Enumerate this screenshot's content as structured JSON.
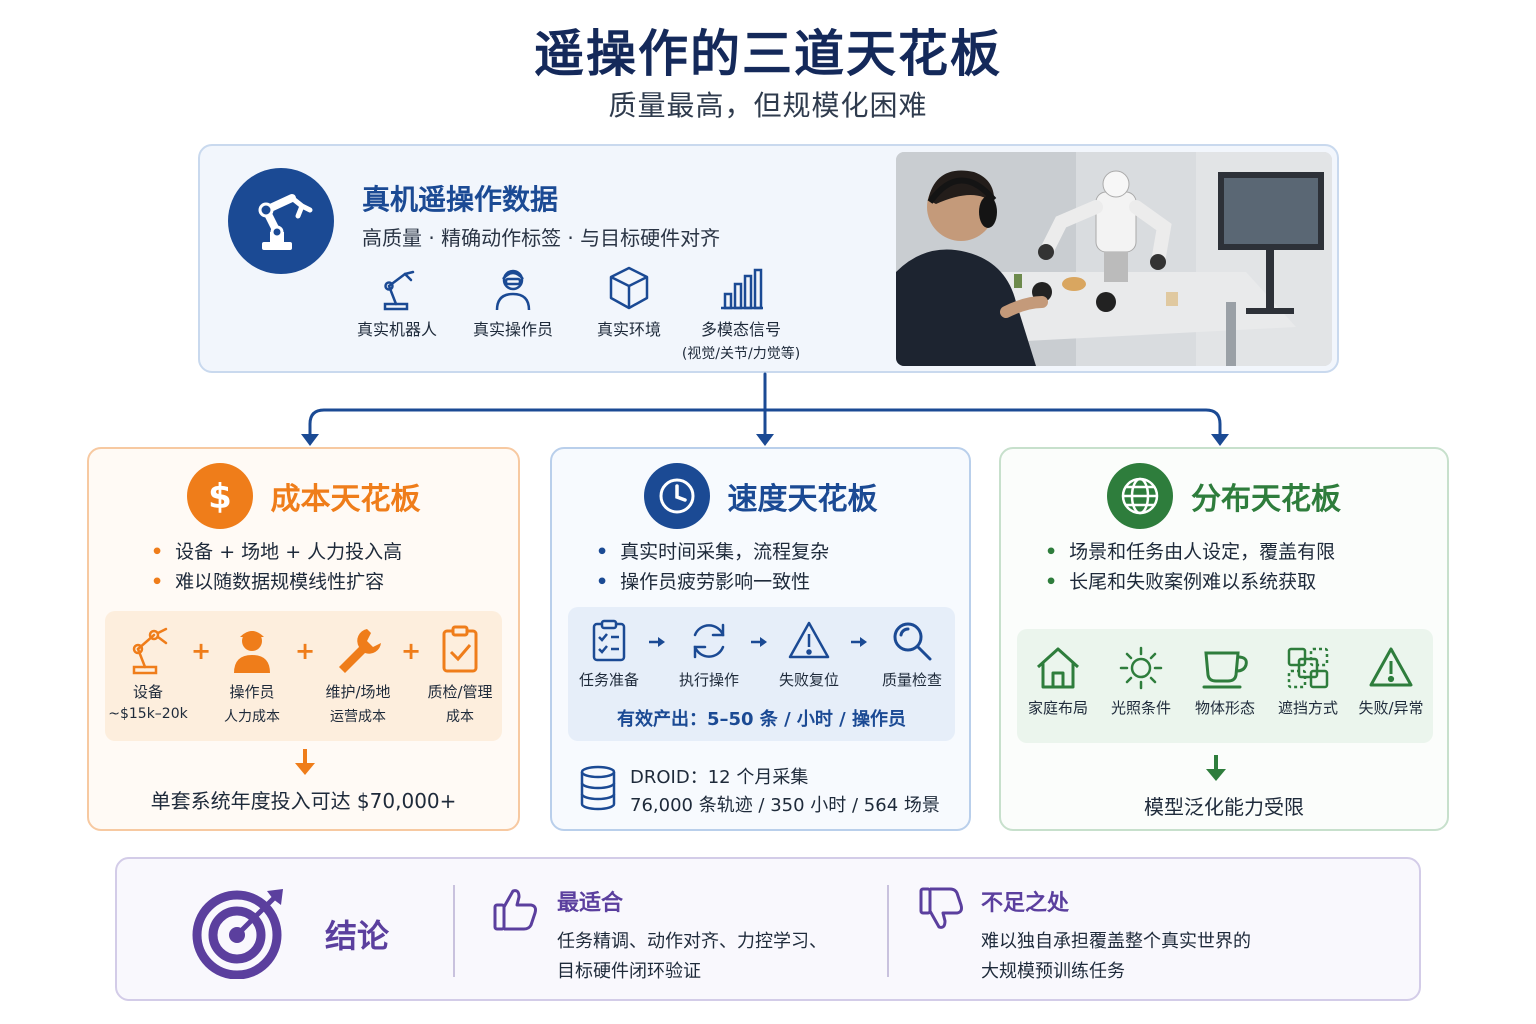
{
  "header": {
    "title": "遥操作的三道天花板",
    "subtitle": "质量最高，但规模化困难"
  },
  "top": {
    "heading": "真机遥操作数据",
    "desc": "高质量 · 精确动作标签 · 与目标硬件对齐",
    "features": [
      {
        "icon": "robot-arm-icon",
        "label": "真实机器人",
        "sub": ""
      },
      {
        "icon": "operator-icon",
        "label": "真实操作员",
        "sub": ""
      },
      {
        "icon": "cube-icon",
        "label": "真实环境",
        "sub": ""
      },
      {
        "icon": "bar-chart-icon",
        "label": "多模态信号",
        "sub": "(视觉/关节/力觉等)"
      }
    ]
  },
  "cards": {
    "cost": {
      "title": "成本天花板",
      "bullets": [
        "设备 + 场地 + 人力投入高",
        "难以随数据规模线性扩容"
      ],
      "items": [
        {
          "label": "设备",
          "sub": "~$15k–20k"
        },
        {
          "label": "操作员",
          "sub": "人力成本"
        },
        {
          "label": "维护/场地",
          "sub": "运营成本"
        },
        {
          "label": "质检/管理",
          "sub": "成本"
        }
      ],
      "operators": [
        "+",
        "+",
        "+"
      ],
      "result": "单套系统年度投入可达 $70,000+"
    },
    "speed": {
      "title": "速度天花板",
      "bullets": [
        "真实时间采集，流程复杂",
        "操作员疲劳影响一致性"
      ],
      "steps": [
        "任务准备",
        "执行操作",
        "失败复位",
        "质量检查"
      ],
      "output": "有效产出：5–50 条 / 小时 / 操作员",
      "droid_line1": "DROID：12 个月采集",
      "droid_line2": "76,000 条轨迹 / 350 小时 / 564 场景"
    },
    "dist": {
      "title": "分布天花板",
      "bullets": [
        "场景和任务由人设定，覆盖有限",
        "长尾和失败案例难以系统获取"
      ],
      "items": [
        "家庭布局",
        "光照条件",
        "物体形态",
        "遮挡方式",
        "失败/异常"
      ],
      "result": "模型泛化能力受限"
    }
  },
  "conclusion": {
    "title": "结论",
    "best_title": "最适合",
    "best_line1": "任务精调、动作对齐、力控学习、",
    "best_line2": "目标硬件闭环验证",
    "lack_title": "不足之处",
    "lack_line1": "难以独自承担覆盖整个真实世界的",
    "lack_line2": "大规模预训练任务"
  },
  "colors": {
    "navy": "#1b4a94",
    "orange": "#ef7d1a",
    "green": "#2e7d3c",
    "purple": "#5b3f9e"
  }
}
